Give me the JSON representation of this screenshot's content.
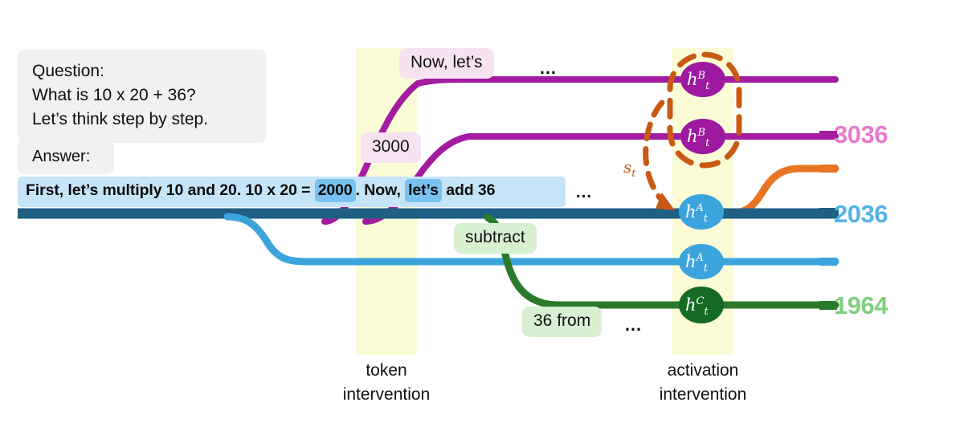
{
  "prompt": {
    "question_text": "Question:\nWhat is 10 x 20 + 36?\nLet’s think step by step.",
    "answer_label": "Answer:"
  },
  "answer": {
    "segment_1": "First, let’s multiply 10 and 20. 10 x 20 = ",
    "highlight_1": "2000",
    "segment_2": ". Now, ",
    "highlight_2": "let’s",
    "segment_3": " add 36",
    "ellipsis": "…"
  },
  "chips": {
    "now_lets": "Now, let’s",
    "now_lets_ellipsis": "…",
    "three_thousand": "3000",
    "subtract": "subtract",
    "thirtysix_from": "36 from",
    "thirtysix_from_ellipsis": "…"
  },
  "nodes": {
    "h_b_top": {
      "base": "h",
      "sup": "B",
      "sub": "t"
    },
    "h_b_second": {
      "base": "h",
      "sup": "B",
      "sub": "t"
    },
    "h_a_main": {
      "base": "h",
      "sup": "A",
      "sub": "t"
    },
    "h_a_second": {
      "base": "h",
      "sup": "A",
      "sub": "t"
    },
    "h_c": {
      "base": "h",
      "sup": "C",
      "sub": "t"
    }
  },
  "annotations": {
    "steering_vector": "s",
    "steering_vector_sub": "t"
  },
  "values": {
    "purple": "3036",
    "blue": "2036",
    "green": "1964"
  },
  "captions": {
    "token": "token\nintervention",
    "activation": "activation\nintervention"
  },
  "colors": {
    "purple_line": "#a31ca0",
    "dark_blue_line": "#1f5f84",
    "light_blue_line": "#3ca4dd",
    "green_line": "#2b7a2b",
    "orange_line": "#e87525",
    "dashed_orange": "#c85a14",
    "band_yellow": "#fbfbd6",
    "node_purple": "#9c19a0",
    "node_blue": "#3ca4dd",
    "node_green": "#166b22",
    "answer_bar": "#c5e4f7",
    "answer_highlight": "#79c2ef",
    "qa_box": "#f1f1f1",
    "chip_pink": "#f7e2f2",
    "chip_green": "#d8f0d2",
    "value_purple": "#e77bd0",
    "value_blue": "#55b3e8",
    "value_green": "#80cf7f"
  }
}
